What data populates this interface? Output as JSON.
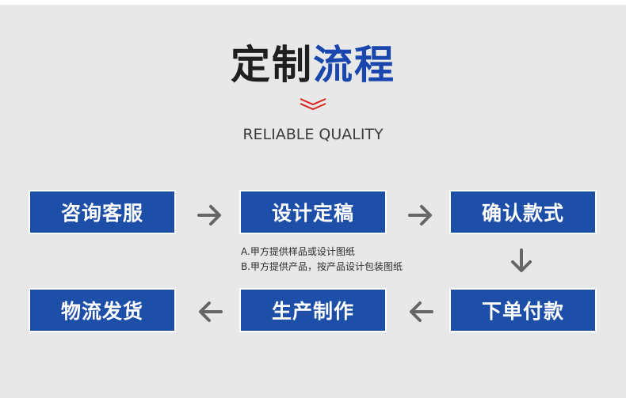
{
  "title": {
    "part1": "定制",
    "part2": "流程"
  },
  "subtitle": "RELIABLE QUALITY",
  "steps": [
    {
      "label": "咨询客服"
    },
    {
      "label": "设计定稿"
    },
    {
      "label": "确认款式"
    },
    {
      "label": "下单付款"
    },
    {
      "label": "生产制作"
    },
    {
      "label": "物流发货"
    }
  ],
  "notes": [
    "A.甲方提供样品或设计图纸",
    "B.甲方提供产品，按产品设计包装图纸"
  ],
  "colors": {
    "box_fill": "#1d4ea8",
    "title_blue": "#1a47ad",
    "title_dark": "#1f1f1f",
    "chevron": "#d7261d",
    "arrow": "#666666",
    "background": "#e8e8e8"
  },
  "icons": [
    "chevron-down-icon",
    "arrow-right-icon",
    "arrow-down-icon",
    "arrow-left-icon"
  ]
}
